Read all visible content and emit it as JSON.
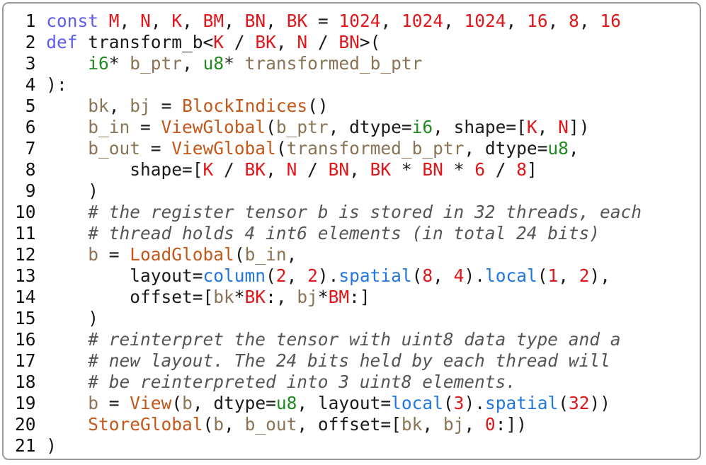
{
  "colors": {
    "keyword": "#5b5bf0",
    "constant": "#e0161a",
    "variable": "#8b7355",
    "function": "#c4571a",
    "type": "#1f8a1f",
    "method": "#2177e0",
    "comment": "#555555",
    "plain": "#1a1a1a",
    "border": "#9a9a9a"
  },
  "lines": [
    {
      "n": "1",
      "tokens": [
        {
          "t": "const",
          "c": "kw"
        },
        {
          "t": " ",
          "c": "pl"
        },
        {
          "t": "M",
          "c": "cst"
        },
        {
          "t": ", ",
          "c": "pl"
        },
        {
          "t": "N",
          "c": "cst"
        },
        {
          "t": ", ",
          "c": "pl"
        },
        {
          "t": "K",
          "c": "cst"
        },
        {
          "t": ", ",
          "c": "pl"
        },
        {
          "t": "BM",
          "c": "cst"
        },
        {
          "t": ", ",
          "c": "pl"
        },
        {
          "t": "BN",
          "c": "cst"
        },
        {
          "t": ", ",
          "c": "pl"
        },
        {
          "t": "BK",
          "c": "cst"
        },
        {
          "t": " = ",
          "c": "pl"
        },
        {
          "t": "1024",
          "c": "num"
        },
        {
          "t": ", ",
          "c": "pl"
        },
        {
          "t": "1024",
          "c": "num"
        },
        {
          "t": ", ",
          "c": "pl"
        },
        {
          "t": "1024",
          "c": "num"
        },
        {
          "t": ", ",
          "c": "pl"
        },
        {
          "t": "16",
          "c": "num"
        },
        {
          "t": ", ",
          "c": "pl"
        },
        {
          "t": "8",
          "c": "num"
        },
        {
          "t": ", ",
          "c": "pl"
        },
        {
          "t": "16",
          "c": "num"
        }
      ]
    },
    {
      "n": "2",
      "tokens": [
        {
          "t": "def",
          "c": "kw"
        },
        {
          "t": " transform_b<",
          "c": "pl"
        },
        {
          "t": "K",
          "c": "cst"
        },
        {
          "t": " / ",
          "c": "pl"
        },
        {
          "t": "BK",
          "c": "cst"
        },
        {
          "t": ", ",
          "c": "pl"
        },
        {
          "t": "N",
          "c": "cst"
        },
        {
          "t": " / ",
          "c": "pl"
        },
        {
          "t": "BN",
          "c": "cst"
        },
        {
          "t": ">(",
          "c": "pl"
        }
      ]
    },
    {
      "n": "3",
      "tokens": [
        {
          "t": "    ",
          "c": "pl"
        },
        {
          "t": "i6",
          "c": "ty"
        },
        {
          "t": "* ",
          "c": "pl"
        },
        {
          "t": "b_ptr",
          "c": "var"
        },
        {
          "t": ", ",
          "c": "pl"
        },
        {
          "t": "u8",
          "c": "ty"
        },
        {
          "t": "* ",
          "c": "pl"
        },
        {
          "t": "transformed_b_ptr",
          "c": "var"
        }
      ]
    },
    {
      "n": "4",
      "tokens": [
        {
          "t": "):",
          "c": "pl"
        }
      ]
    },
    {
      "n": "5",
      "tokens": [
        {
          "t": "    ",
          "c": "pl"
        },
        {
          "t": "bk",
          "c": "var"
        },
        {
          "t": ", ",
          "c": "pl"
        },
        {
          "t": "bj",
          "c": "var"
        },
        {
          "t": " = ",
          "c": "pl"
        },
        {
          "t": "BlockIndices",
          "c": "fn"
        },
        {
          "t": "()",
          "c": "pl"
        }
      ]
    },
    {
      "n": "6",
      "tokens": [
        {
          "t": "    ",
          "c": "pl"
        },
        {
          "t": "b_in",
          "c": "var"
        },
        {
          "t": " = ",
          "c": "pl"
        },
        {
          "t": "ViewGlobal",
          "c": "fn"
        },
        {
          "t": "(",
          "c": "pl"
        },
        {
          "t": "b_ptr",
          "c": "var"
        },
        {
          "t": ", dtype=",
          "c": "pl"
        },
        {
          "t": "i6",
          "c": "ty"
        },
        {
          "t": ", shape=[",
          "c": "pl"
        },
        {
          "t": "K",
          "c": "cst"
        },
        {
          "t": ", ",
          "c": "pl"
        },
        {
          "t": "N",
          "c": "cst"
        },
        {
          "t": "])",
          "c": "pl"
        }
      ]
    },
    {
      "n": "7",
      "tokens": [
        {
          "t": "    ",
          "c": "pl"
        },
        {
          "t": "b_out",
          "c": "var"
        },
        {
          "t": " = ",
          "c": "pl"
        },
        {
          "t": "ViewGlobal",
          "c": "fn"
        },
        {
          "t": "(",
          "c": "pl"
        },
        {
          "t": "transformed_b_ptr",
          "c": "var"
        },
        {
          "t": ", dtype=",
          "c": "pl"
        },
        {
          "t": "u8",
          "c": "ty"
        },
        {
          "t": ",",
          "c": "pl"
        }
      ]
    },
    {
      "n": "8",
      "tokens": [
        {
          "t": "        shape=[",
          "c": "pl"
        },
        {
          "t": "K",
          "c": "cst"
        },
        {
          "t": " / ",
          "c": "pl"
        },
        {
          "t": "BK",
          "c": "cst"
        },
        {
          "t": ", ",
          "c": "pl"
        },
        {
          "t": "N",
          "c": "cst"
        },
        {
          "t": " / ",
          "c": "pl"
        },
        {
          "t": "BN",
          "c": "cst"
        },
        {
          "t": ", ",
          "c": "pl"
        },
        {
          "t": "BK",
          "c": "cst"
        },
        {
          "t": " * ",
          "c": "pl"
        },
        {
          "t": "BN",
          "c": "cst"
        },
        {
          "t": " * ",
          "c": "pl"
        },
        {
          "t": "6",
          "c": "num"
        },
        {
          "t": " / ",
          "c": "pl"
        },
        {
          "t": "8",
          "c": "num"
        },
        {
          "t": "]",
          "c": "pl"
        }
      ]
    },
    {
      "n": "9",
      "tokens": [
        {
          "t": "    )",
          "c": "pl"
        }
      ]
    },
    {
      "n": "10",
      "tokens": [
        {
          "t": "    ",
          "c": "pl"
        },
        {
          "t": "# the register tensor b is stored in 32 threads, each",
          "c": "cmt"
        }
      ]
    },
    {
      "n": "11",
      "tokens": [
        {
          "t": "    ",
          "c": "pl"
        },
        {
          "t": "# thread holds 4 int6 elements (in total 24 bits)",
          "c": "cmt"
        }
      ]
    },
    {
      "n": "12",
      "tokens": [
        {
          "t": "    ",
          "c": "pl"
        },
        {
          "t": "b",
          "c": "var"
        },
        {
          "t": " = ",
          "c": "pl"
        },
        {
          "t": "LoadGlobal",
          "c": "fn"
        },
        {
          "t": "(",
          "c": "pl"
        },
        {
          "t": "b_in",
          "c": "var"
        },
        {
          "t": ",",
          "c": "pl"
        }
      ]
    },
    {
      "n": "13",
      "tokens": [
        {
          "t": "        layout=",
          "c": "pl"
        },
        {
          "t": "column",
          "c": "mth"
        },
        {
          "t": "(",
          "c": "pl"
        },
        {
          "t": "2",
          "c": "num"
        },
        {
          "t": ", ",
          "c": "pl"
        },
        {
          "t": "2",
          "c": "num"
        },
        {
          "t": ").",
          "c": "pl"
        },
        {
          "t": "spatial",
          "c": "mth"
        },
        {
          "t": "(",
          "c": "pl"
        },
        {
          "t": "8",
          "c": "num"
        },
        {
          "t": ", ",
          "c": "pl"
        },
        {
          "t": "4",
          "c": "num"
        },
        {
          "t": ").",
          "c": "pl"
        },
        {
          "t": "local",
          "c": "mth"
        },
        {
          "t": "(",
          "c": "pl"
        },
        {
          "t": "1",
          "c": "num"
        },
        {
          "t": ", ",
          "c": "pl"
        },
        {
          "t": "2",
          "c": "num"
        },
        {
          "t": "),",
          "c": "pl"
        }
      ]
    },
    {
      "n": "14",
      "tokens": [
        {
          "t": "        offset=[",
          "c": "pl"
        },
        {
          "t": "bk",
          "c": "var"
        },
        {
          "t": "*",
          "c": "pl"
        },
        {
          "t": "BK",
          "c": "cst"
        },
        {
          "t": ":, ",
          "c": "pl"
        },
        {
          "t": "bj",
          "c": "var"
        },
        {
          "t": "*",
          "c": "pl"
        },
        {
          "t": "BM",
          "c": "cst"
        },
        {
          "t": ":]",
          "c": "pl"
        }
      ]
    },
    {
      "n": "15",
      "tokens": [
        {
          "t": "    )",
          "c": "pl"
        }
      ]
    },
    {
      "n": "16",
      "tokens": [
        {
          "t": "    ",
          "c": "pl"
        },
        {
          "t": "# reinterpret the tensor with uint8 data type and a",
          "c": "cmt"
        }
      ]
    },
    {
      "n": "17",
      "tokens": [
        {
          "t": "    ",
          "c": "pl"
        },
        {
          "t": "# new layout. The 24 bits held by each thread will",
          "c": "cmt"
        }
      ]
    },
    {
      "n": "18",
      "tokens": [
        {
          "t": "    ",
          "c": "pl"
        },
        {
          "t": "# be reinterpreted into 3 uint8 elements.",
          "c": "cmt"
        }
      ]
    },
    {
      "n": "19",
      "tokens": [
        {
          "t": "    ",
          "c": "pl"
        },
        {
          "t": "b",
          "c": "var"
        },
        {
          "t": " = ",
          "c": "pl"
        },
        {
          "t": "View",
          "c": "fn"
        },
        {
          "t": "(",
          "c": "pl"
        },
        {
          "t": "b",
          "c": "var"
        },
        {
          "t": ", dtype=",
          "c": "pl"
        },
        {
          "t": "u8",
          "c": "ty"
        },
        {
          "t": ", layout=",
          "c": "pl"
        },
        {
          "t": "local",
          "c": "mth"
        },
        {
          "t": "(",
          "c": "pl"
        },
        {
          "t": "3",
          "c": "num"
        },
        {
          "t": ").",
          "c": "pl"
        },
        {
          "t": "spatial",
          "c": "mth"
        },
        {
          "t": "(",
          "c": "pl"
        },
        {
          "t": "32",
          "c": "num"
        },
        {
          "t": "))",
          "c": "pl"
        }
      ]
    },
    {
      "n": "20",
      "tokens": [
        {
          "t": "    ",
          "c": "pl"
        },
        {
          "t": "StoreGlobal",
          "c": "fn"
        },
        {
          "t": "(",
          "c": "pl"
        },
        {
          "t": "b",
          "c": "var"
        },
        {
          "t": ", ",
          "c": "pl"
        },
        {
          "t": "b_out",
          "c": "var"
        },
        {
          "t": ", offset=[",
          "c": "pl"
        },
        {
          "t": "bk",
          "c": "var"
        },
        {
          "t": ", ",
          "c": "pl"
        },
        {
          "t": "bj",
          "c": "var"
        },
        {
          "t": ", ",
          "c": "pl"
        },
        {
          "t": "0",
          "c": "num"
        },
        {
          "t": ":])",
          "c": "pl"
        }
      ]
    },
    {
      "n": "21",
      "tokens": [
        {
          "t": ")",
          "c": "pl"
        }
      ]
    }
  ]
}
